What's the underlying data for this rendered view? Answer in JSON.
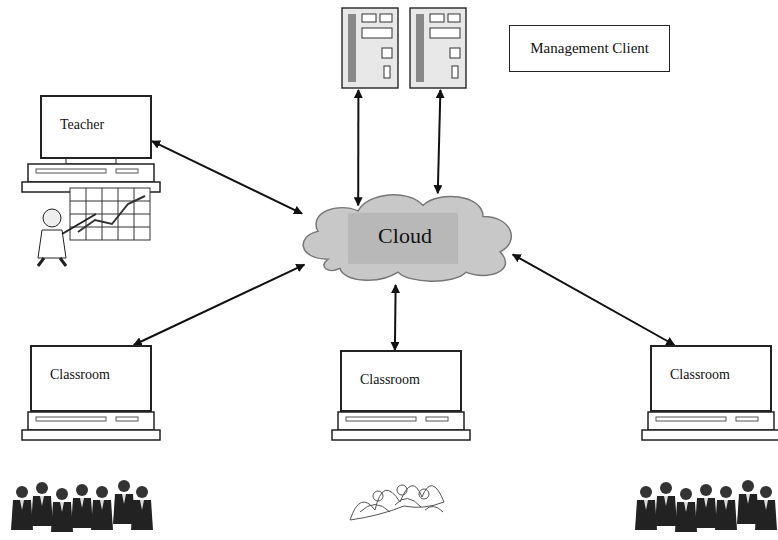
{
  "diagram": {
    "nodes": [
      {
        "text": [
          "Management Client"
        ]
      },
      {
        "text": [
          "Teacher"
        ]
      },
      {
        "text": [
          "Cloud"
        ]
      },
      {
        "text": [
          "Classroom"
        ]
      },
      {
        "text": [
          "Classroom"
        ]
      },
      {
        "text": [
          "Classroom"
        ]
      }
    ],
    "edges": [
      {
        "from": 0,
        "to": 2,
        "arrow": "both"
      },
      {
        "from": 0,
        "to": 2,
        "arrow": "both"
      },
      {
        "from": 1,
        "to": 2,
        "arrow": "both"
      },
      {
        "from": 3,
        "to": 2,
        "arrow": "both"
      },
      {
        "from": 4,
        "to": 2,
        "arrow": "both"
      },
      {
        "from": 5,
        "to": 2,
        "arrow": "both"
      }
    ]
  }
}
